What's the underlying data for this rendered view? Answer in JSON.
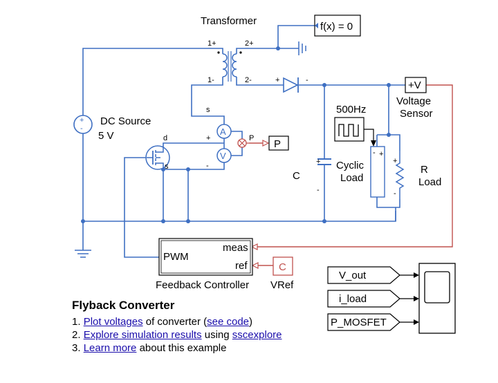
{
  "labels": {
    "transformer": "Transformer",
    "fx": "f(x) = 0",
    "t_1p": "1+",
    "t_2p": "2+",
    "t_1m": "1-",
    "t_2m": "2-",
    "diode_plus": "+",
    "diode_minus": "-",
    "voltage_sensor_port": "+V",
    "voltage_sensor": "Voltage\nSensor",
    "dc_source": "DC Source",
    "dc_value": "5 V",
    "s_top": "s",
    "d": "d",
    "s_bot": "s",
    "meas_plus": "+",
    "meas_minus": "-",
    "P_port": "P",
    "P_block": "P",
    "freq": "500Hz",
    "cyclic_load": "Cyclic\nLoad",
    "r_load": "R\nLoad",
    "cap_name": "C",
    "cap_plus": "+",
    "cap_minus": "-",
    "cl_plus": "+",
    "cl_minus": "-",
    "r_plus": "+",
    "r_minus": "-",
    "ammeter": "A",
    "voltmeter": "V",
    "pwm": "PWM",
    "meas": "meas",
    "ref": "ref",
    "feedback_controller": "Feedback Controller",
    "vref": "VRef",
    "const_c": "C",
    "v_out": "V_out",
    "i_load": "i_load",
    "p_mosfet": "P_MOSFET"
  },
  "caption": {
    "title": "Flyback Converter",
    "item1_num": "1. ",
    "item1_link": "Plot voltages",
    "item1_mid": " of converter (",
    "item1_link2": "see code",
    "item1_end": ")",
    "item2_num": "2. ",
    "item2_link": "Explore simulation results",
    "item2_mid": " using ",
    "item2_link2": "sscexplore",
    "item3_num": "3. ",
    "item3_link": "Learn more",
    "item3_end": " about this example"
  },
  "colors": {
    "wire": "#3e6fc2",
    "signal": "#c0504d",
    "link": "#1a0dab"
  }
}
